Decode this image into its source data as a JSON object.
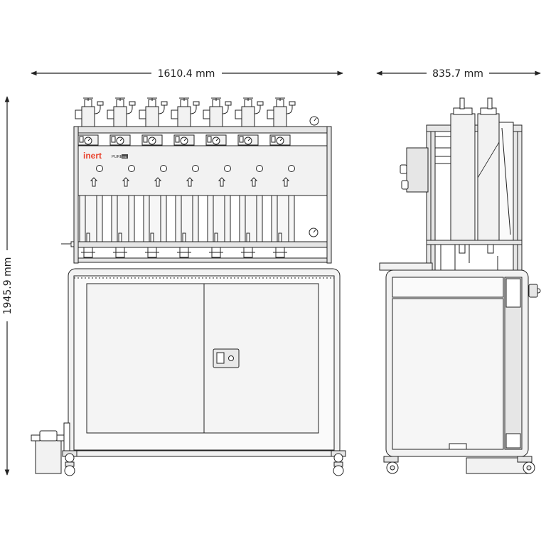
{
  "dimensions": {
    "width_front": "1610.4 mm",
    "height": "1945.9 mm",
    "depth_side": "835.7 mm"
  },
  "branding": {
    "logo_text": "inert",
    "model_text": "PURE",
    "model_badge": "MD"
  },
  "colors": {
    "line": "#222222",
    "panel_fill": "#f2f2f2",
    "frame_fill": "#e6e6e6",
    "brand_red": "#e8412b",
    "background": "#ffffff"
  },
  "views": [
    "front-view",
    "side-view"
  ],
  "purifier_columns_front": 7
}
